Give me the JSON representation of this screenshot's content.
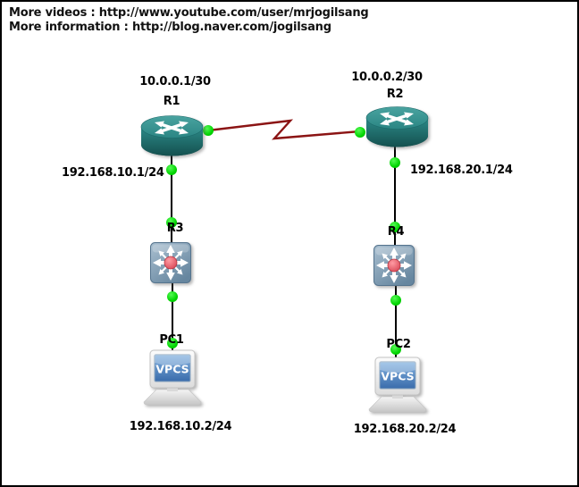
{
  "header": {
    "line1": "More videos : http://www.youtube.com/user/mrjogilsang",
    "line2": "More information : http://blog.naver.com/jogilsang"
  },
  "nodes": {
    "r1": {
      "name": "R1",
      "wan_ip": "10.0.0.1/30",
      "lan_ip": "192.168.10.1/24",
      "icon": "router-icon"
    },
    "r2": {
      "name": "R2",
      "wan_ip": "10.0.0.2/30",
      "lan_ip": "192.168.20.1/24",
      "icon": "router-icon"
    },
    "r3": {
      "name": "R3",
      "icon": "switch-icon"
    },
    "r4": {
      "name": "R4",
      "icon": "switch-icon"
    },
    "pc1": {
      "name": "PC1",
      "ip": "192.168.10.2/24",
      "screen_text": "VPCS",
      "icon": "pc-icon"
    },
    "pc2": {
      "name": "PC2",
      "ip": "192.168.20.2/24",
      "screen_text": "VPCS",
      "icon": "pc-icon"
    }
  },
  "links": [
    {
      "from": "R1",
      "to": "R2",
      "style": "serial-zigzag",
      "color": "#8b1414"
    },
    {
      "from": "R1",
      "to": "R3",
      "style": "straight",
      "color": "#000000"
    },
    {
      "from": "R3",
      "to": "PC1",
      "style": "straight",
      "color": "#000000"
    },
    {
      "from": "R2",
      "to": "R4",
      "style": "straight",
      "color": "#000000"
    },
    {
      "from": "R4",
      "to": "PC2",
      "style": "straight",
      "color": "#000000"
    }
  ],
  "colors": {
    "link_status_green": "#00d400",
    "serial_link": "#8b1414",
    "router_teal": "#2e8b8b",
    "switch_blue": "#7e99b0",
    "pc_screen_blue": "#4a7cb8",
    "background": "#ffffff",
    "border": "#000000"
  }
}
